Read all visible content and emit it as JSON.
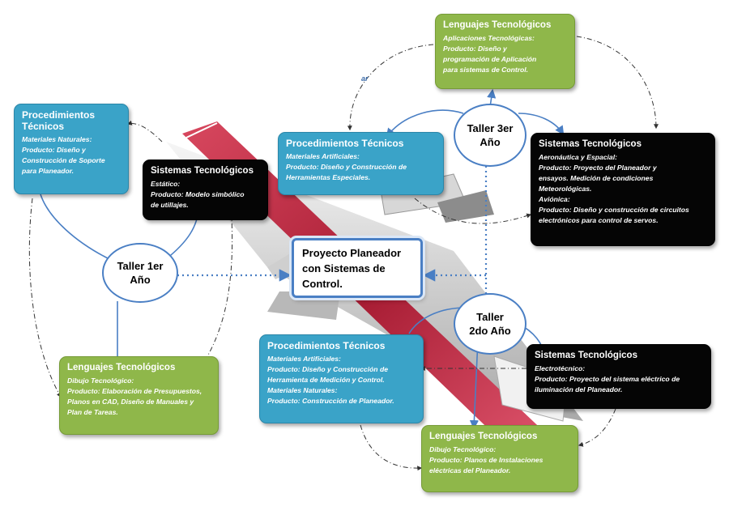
{
  "center": {
    "title": "Proyecto Planeador con Sistemas de Control."
  },
  "talleres": {
    "t1": "Taller 1er Año",
    "t2": "Taller 2do Año",
    "t3": "Taller 3er Año"
  },
  "boxes": {
    "proc1": {
      "title": "Procedimientos Técnicos",
      "lines": [
        "Materiales Naturales:",
        "Producto: Diseño y",
        "Construcción de Soporte",
        "para Planeador."
      ]
    },
    "sist1": {
      "title": "Sistemas Tecnológicos",
      "lines": [
        "Estático:",
        "Producto: Modelo simbólico",
        "de utillajes."
      ]
    },
    "leng1": {
      "title": "Lenguajes Tecnológicos",
      "lines": [
        "Dibujo Tecnológico:",
        "Producto: Elaboración de Presupuestos,",
        "Planos en CAD,  Diseño de Manuales y",
        "Plan de Tareas."
      ]
    },
    "proc3": {
      "title": "Procedimientos Técnicos",
      "lines": [
        "Materiales Artificiales:",
        "Producto: Diseño y Construcción de",
        "Herramientas Especiales."
      ]
    },
    "leng3": {
      "title": "Lenguajes Tecnológicos",
      "lines": [
        "Aplicaciones Tecnológicas:",
        "Producto: Diseño y",
        "programación de  Aplicación",
        "para sistemas de Control."
      ]
    },
    "sist3": {
      "title": "Sistemas Tecnológicos",
      "lines": [
        "Aeronáutica y Espacial:",
        " Producto: Proyecto del Planeador y",
        "ensayos. Medición de condiciones",
        "Meteorológicas.",
        "Aviónica:",
        "Producto: Diseño y construcción de circuitos",
        "electrónicos para control de servos."
      ]
    },
    "proc2": {
      "title": "Procedimientos Técnicos",
      "lines": [
        "Materiales Artificiales:",
        "Producto: Diseño y Construcción de",
        "Herramienta de Medición y Control.",
        "Materiales Naturales:",
        "Producto: Construcción de Planeador."
      ]
    },
    "sist2": {
      "title": "Sistemas Tecnológicos",
      "lines": [
        "Electrotécnico:",
        "Producto: Proyecto del sistema eléctrico de",
        "iluminación del Planeador."
      ]
    },
    "leng2": {
      "title": "Lenguajes Tecnológicos",
      "lines": [
        "Dibujo Tecnológico:",
        "Producto: Planos de Instalaciones",
        "eléctricas del Planeador."
      ]
    }
  },
  "colors": {
    "blue_box": "#3aa3c8",
    "green_box": "#8fb74a",
    "black_box": "#050505",
    "connector": "#4a7fc4",
    "glider_wing": "#b0233a"
  }
}
